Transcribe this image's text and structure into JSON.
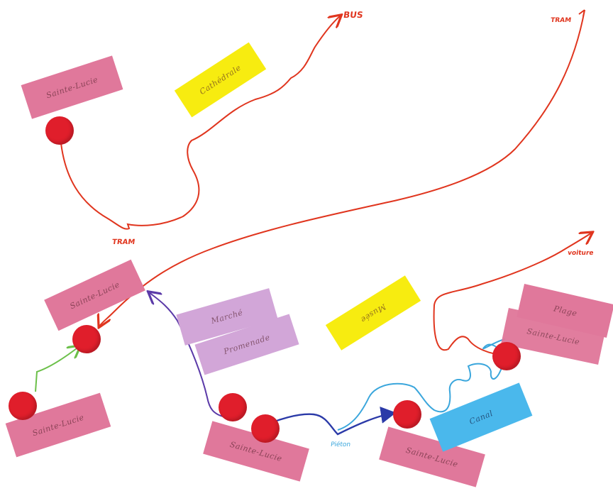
{
  "colors": {
    "pink_note": "#e0789b",
    "yellow_note": "#f7ec10",
    "lilac_note": "#d2a6d8",
    "blue_note": "#4ab8ec",
    "pin_red": "#e01e2b",
    "route_red": "#e0351e",
    "route_blue": "#2b3aa8",
    "route_lightblue": "#3aa6dc",
    "route_green": "#6cc04a",
    "route_purple": "#5b3aa8"
  },
  "labels": {
    "bus": "BUS",
    "tram_top": "TRAM",
    "tram_left": "TRAM",
    "voiture": "voiture",
    "pieton": "Piéton"
  },
  "notes": {
    "sainte_lucie_top": "Sainte-Lucie",
    "cathedrale": "Cathédrale",
    "sainte_lucie_mid": "Sainte-Lucie",
    "marche": "Marché",
    "promenade": "Promenade",
    "musee": "Musée",
    "plage": "Plage",
    "sainte_lucie_right": "Sainte-Lucie",
    "sainte_lucie_left_bottom": "Sainte-Lucie",
    "sainte_lucie_center_bottom": "Sainte-Lucie",
    "sainte_lucie_right_bottom": "Sainte-Lucie",
    "canal": "Canal"
  }
}
